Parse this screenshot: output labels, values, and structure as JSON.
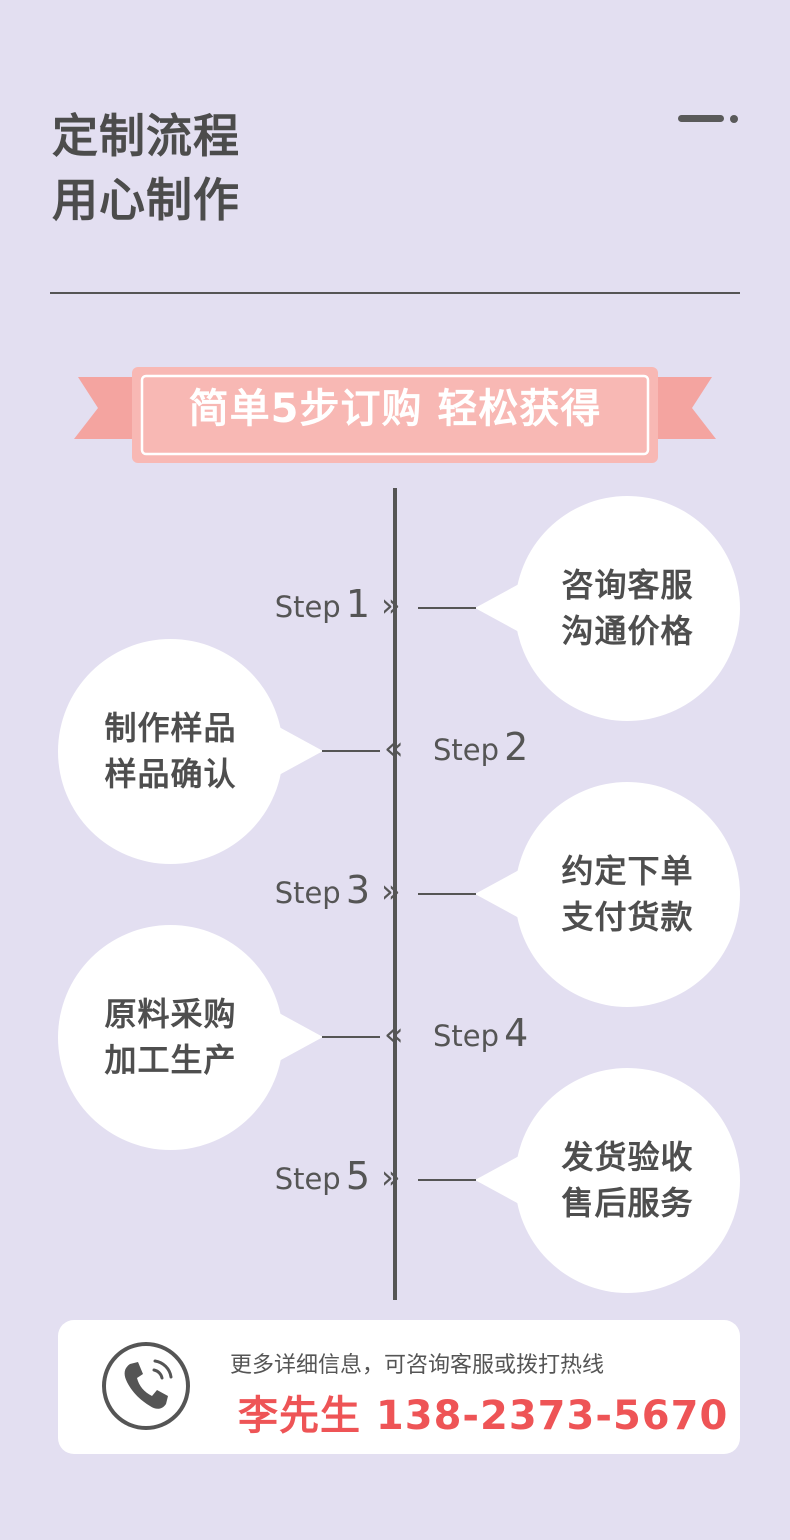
{
  "header": {
    "title_line1": "定制流程",
    "title_line2": "用心制作"
  },
  "ribbon": {
    "text": "简单5步订购 轻松获得",
    "colors": {
      "main": "#f8b8b4",
      "tail": "#f4a4a0",
      "border": "#ffffff"
    }
  },
  "steps": [
    {
      "word": "Step",
      "number": "1",
      "line1": "咨询客服",
      "line2": "沟通价格",
      "side": "right",
      "chevron": "»"
    },
    {
      "word": "Step",
      "number": "2",
      "line1": "制作样品",
      "line2": "样品确认",
      "side": "left",
      "chevron": "«"
    },
    {
      "word": "Step",
      "number": "3",
      "line1": "约定下单",
      "line2": "支付货款",
      "side": "right",
      "chevron": "»"
    },
    {
      "word": "Step",
      "number": "4",
      "line1": "原料采购",
      "line2": "加工生产",
      "side": "left",
      "chevron": "«"
    },
    {
      "word": "Step",
      "number": "5",
      "line1": "发货验收",
      "line2": "售后服务",
      "side": "right",
      "chevron": "»"
    }
  ],
  "contact": {
    "hint": "更多详细信息，可咨询客服或拨打热线",
    "name_phone": "李先生 138-2373-5670",
    "icon": "phone-icon",
    "accent": "#ee5456"
  },
  "colors": {
    "background": "#e3dff1",
    "text": "#4c4c4c",
    "bubble": "#ffffff"
  }
}
